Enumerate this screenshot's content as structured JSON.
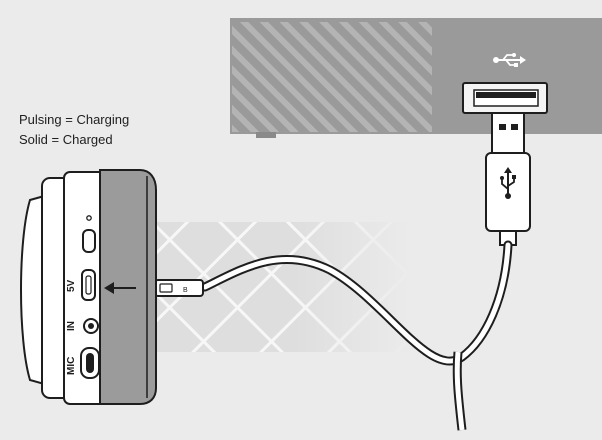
{
  "legend": {
    "pulsing": "Pulsing = Charging",
    "solid": "Solid = Charged"
  },
  "headset_ports": {
    "power_5v": "5V",
    "line_in": "IN",
    "mic": "MIC"
  },
  "cable": {
    "micro_usb_mark": "B"
  },
  "icons": {
    "usb_symbol": "usb-icon",
    "insert_arrow": "arrow-left-icon"
  },
  "colors": {
    "background": "#ebebeb",
    "console_body": "#9a9a9a",
    "console_stripes": "#b2b2b2",
    "headset_cup": "#9b9b9b",
    "outline": "#1e1e1e"
  }
}
